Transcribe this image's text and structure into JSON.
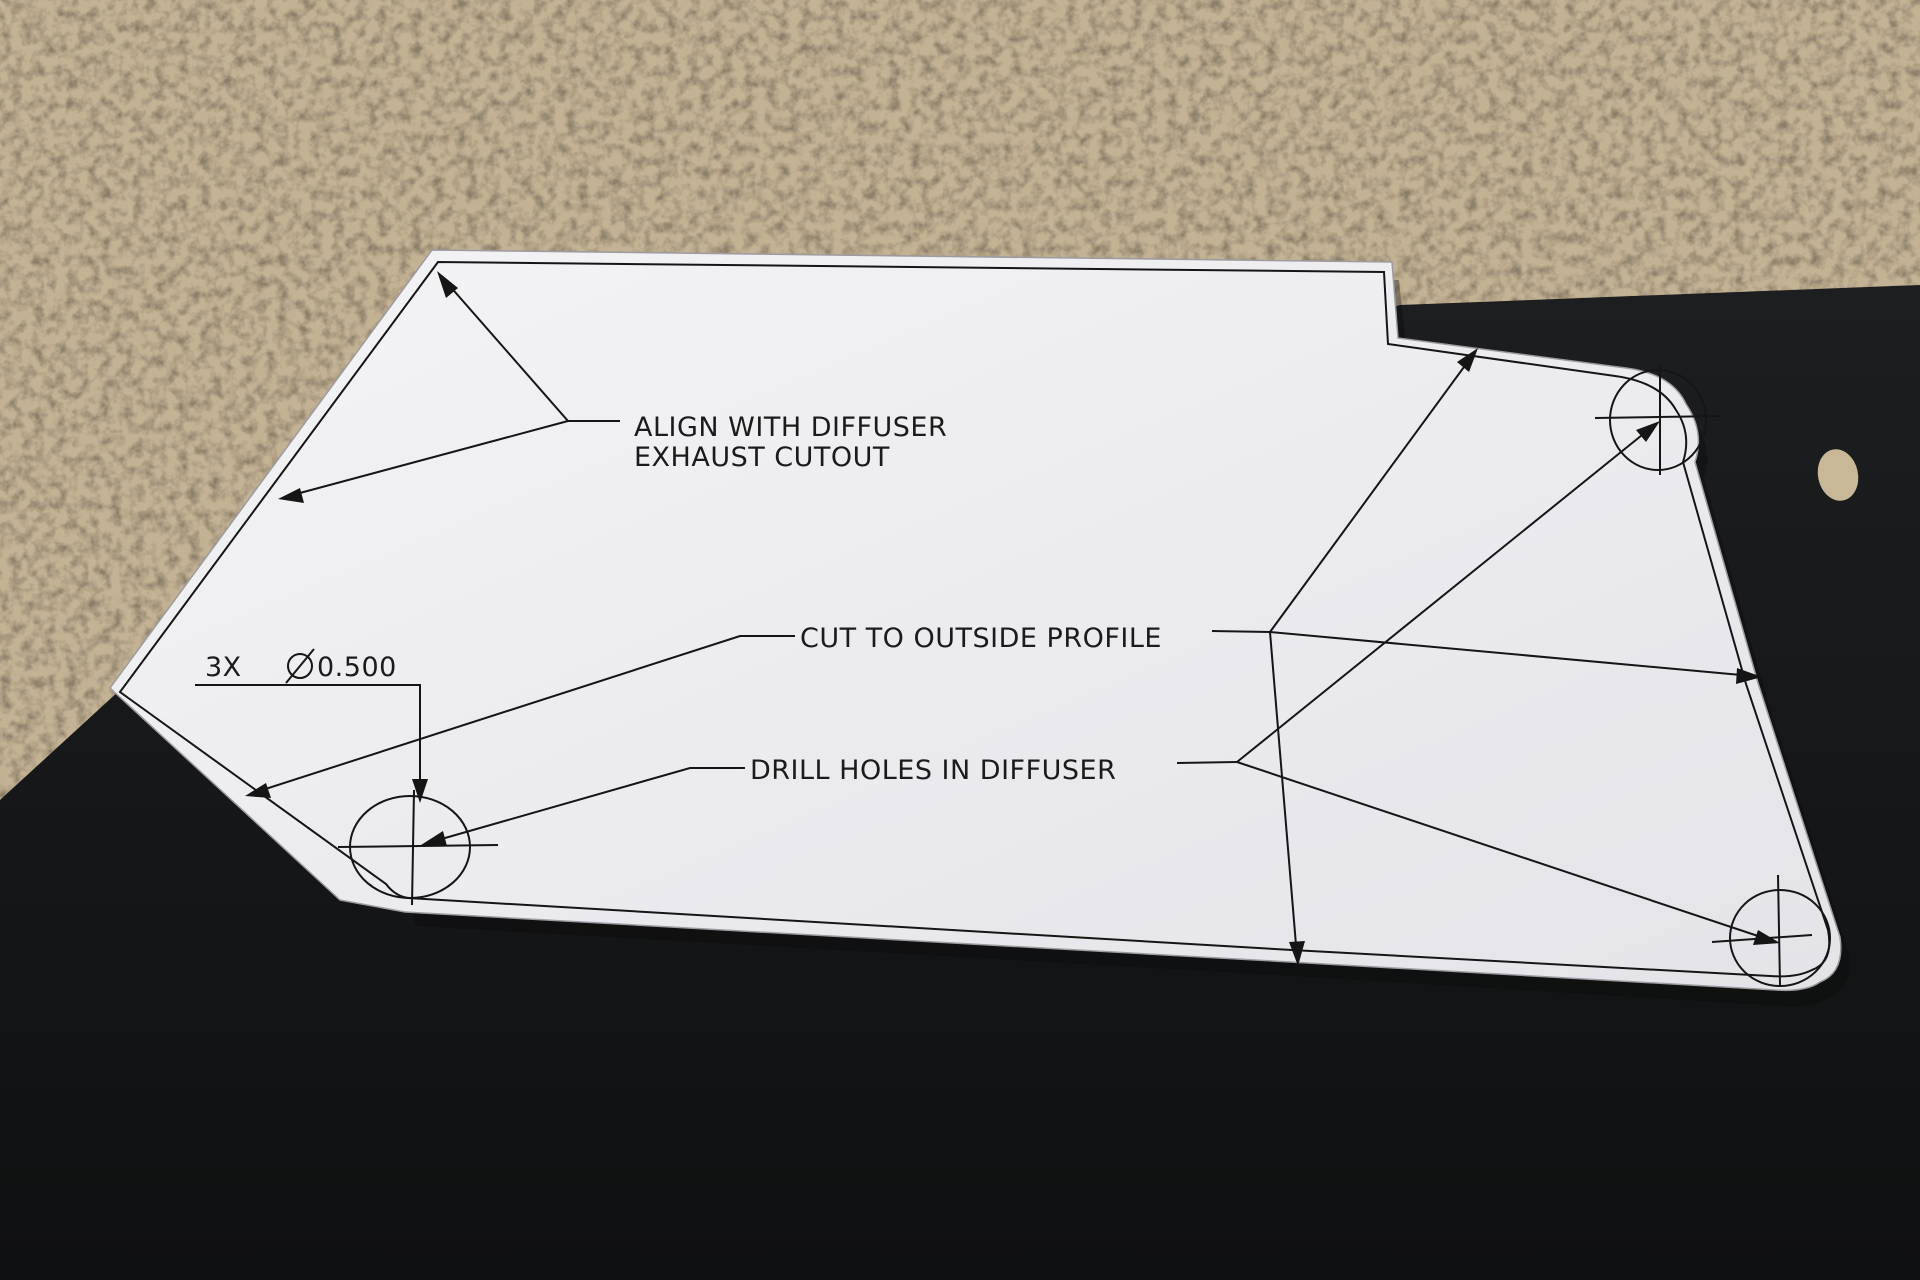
{
  "template_labels": {
    "align": [
      "ALIGN WITH DIFFUSER",
      "EXHAUST CUTOUT"
    ],
    "cut": "CUT TO OUTSIDE PROFILE",
    "drill": "DRILL HOLES IN DIFFUSER",
    "hole_spec_prefix": "3X",
    "hole_spec_value": "0.500"
  },
  "colors": {
    "carpet": "#c4b294",
    "diffuser": "#151718",
    "paper": "#f1f1f3",
    "ink": "#151515"
  },
  "icons": [
    "diameter-symbol-icon",
    "crosshair-icon"
  ]
}
